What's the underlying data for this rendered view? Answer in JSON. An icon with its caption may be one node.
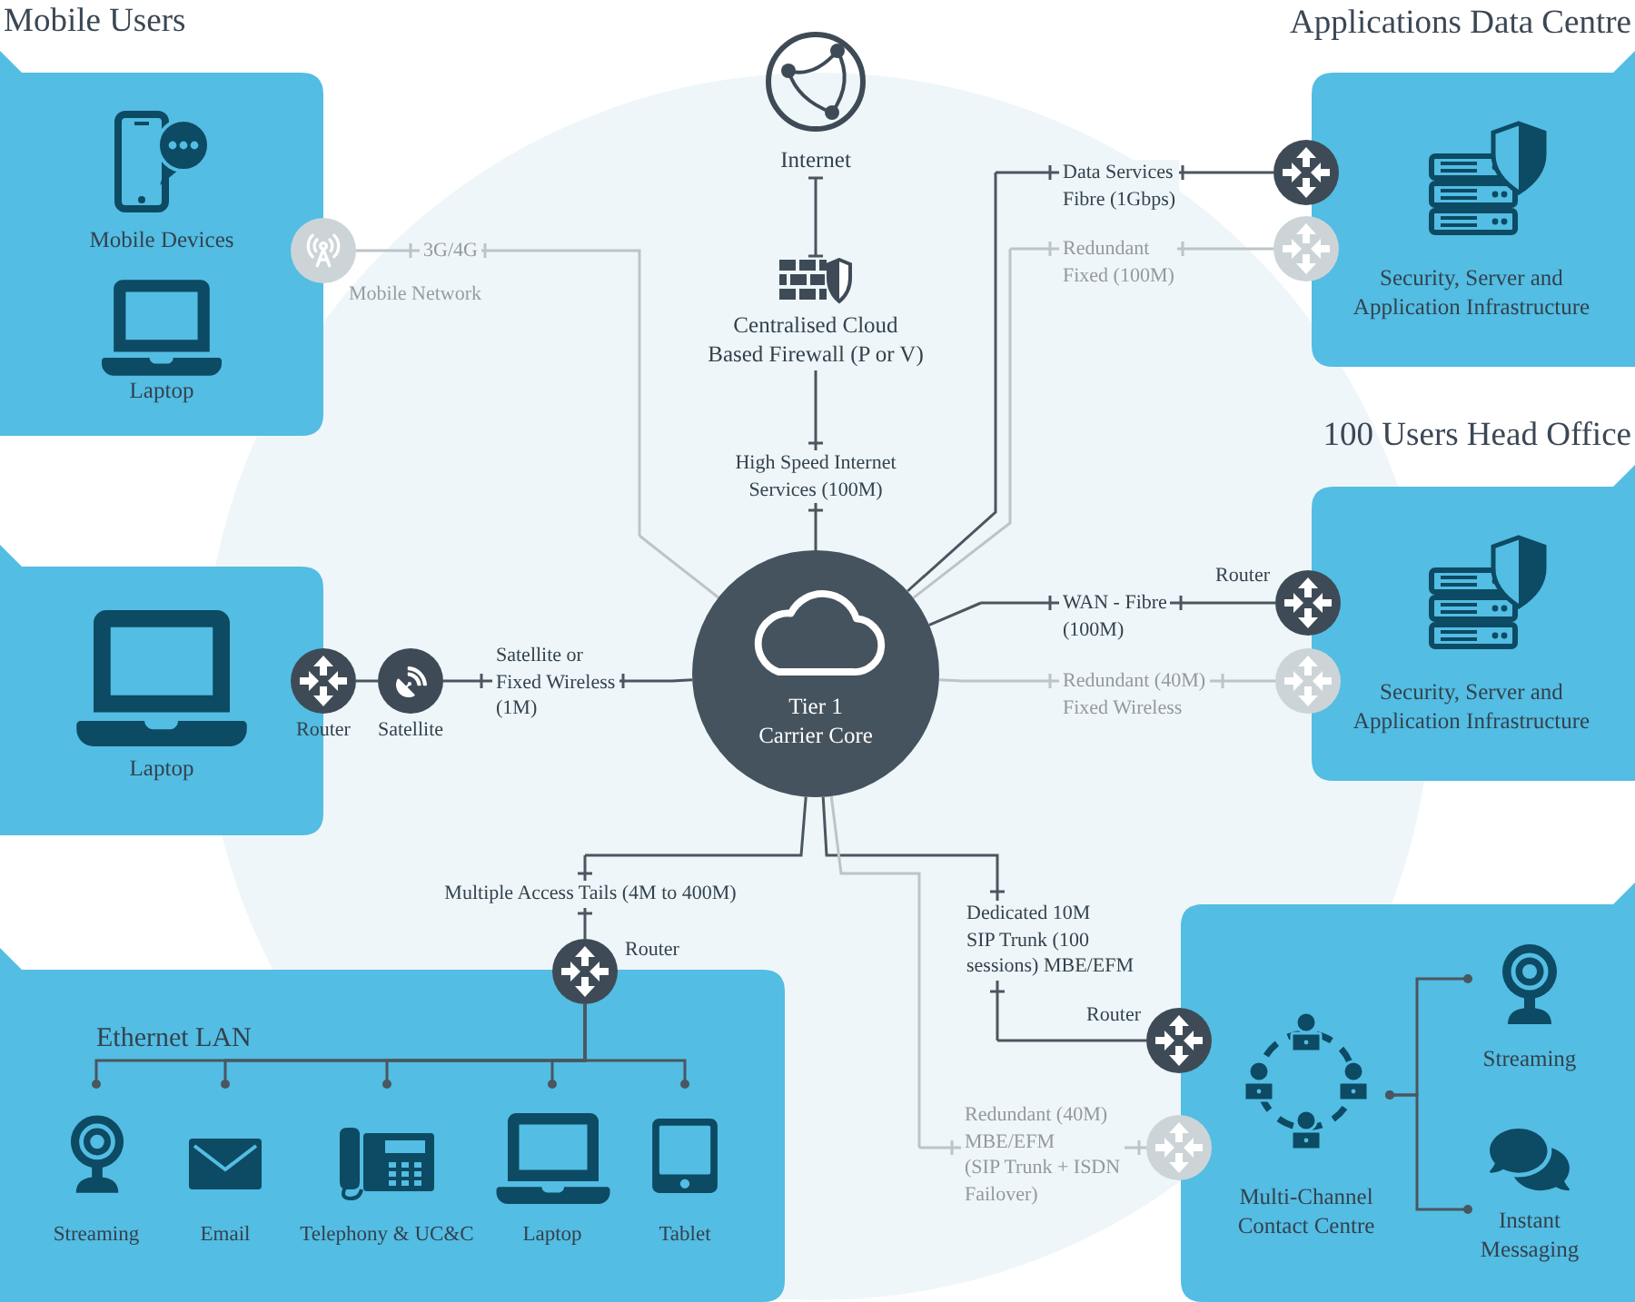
{
  "diagram": {
    "nodes": [
      {
        "text": [
          "Mobile Users"
        ]
      },
      {
        "text": [
          "Mobile Devices"
        ],
        "in": 0
      },
      {
        "text": [
          "Laptop"
        ],
        "in": 0
      },
      {
        "text": [],
        "shape": "circle",
        "beside": [
          "Mobile Network"
        ]
      },
      {
        "text": [
          "Internet"
        ]
      },
      {
        "text": [
          "Centralised Cloud Based Firewall (P or V)"
        ]
      },
      {
        "text": [
          "Tier 1 Carrier Core"
        ]
      },
      {
        "text": [
          "Applications Data Centre",
          "Security, Server and Application Infrastructure"
        ]
      },
      {
        "text": [],
        "shape": "circle"
      },
      {
        "text": [],
        "shape": "circle"
      },
      {
        "text": [
          "100 Users Head Office",
          "Security, Server and Application Infrastructure"
        ]
      },
      {
        "text": [],
        "shape": "circle",
        "beside": [
          "Router"
        ]
      },
      {
        "text": [],
        "shape": "circle"
      },
      {
        "text": [
          "Laptop"
        ]
      },
      {
        "text": [],
        "shape": "circle",
        "beside": [
          "Router"
        ]
      },
      {
        "text": [],
        "shape": "circle",
        "beside": [
          "Satellite"
        ]
      },
      {
        "text": [
          "Ethernet LAN"
        ]
      },
      {
        "text": [],
        "shape": "circle",
        "beside": [
          "Router"
        ]
      },
      {
        "text": [
          "Streaming"
        ],
        "in": 16
      },
      {
        "text": [
          "Email"
        ],
        "in": 16
      },
      {
        "text": [
          "Telephony & UC&C"
        ],
        "in": 16
      },
      {
        "text": [
          "Laptop"
        ],
        "in": 16
      },
      {
        "text": [
          "Tablet"
        ],
        "in": 16
      },
      {
        "text": [],
        "shape": "box"
      },
      {
        "text": [
          "Multi-Channel Contact Centre"
        ],
        "in": 23
      },
      {
        "text": [
          "Streaming"
        ],
        "in": 23
      },
      {
        "text": [
          "Instant Messaging"
        ],
        "in": 23
      },
      {
        "text": [],
        "shape": "circle",
        "beside": [
          "Router"
        ]
      },
      {
        "text": [],
        "shape": "circle"
      }
    ],
    "edges": [
      {
        "from": 3,
        "to": 6,
        "arrow": "none",
        "label": "3G/4G",
        "color": "#bcc4c9"
      },
      {
        "from": 4,
        "to": 5,
        "arrow": "other"
      },
      {
        "from": 5,
        "to": 6,
        "arrow": "none",
        "label": "High Speed Internet Services (100M)"
      },
      {
        "from": 6,
        "to": 8,
        "arrow": "none",
        "label": "Data Services Fibre (1Gbps)"
      },
      {
        "from": 6,
        "to": 9,
        "arrow": "none",
        "label": "Redundant Fixed (100M)",
        "color": "#bcc4c9"
      },
      {
        "from": 6,
        "to": 11,
        "arrow": "none",
        "label": "WAN - Fibre (100M)"
      },
      {
        "from": 6,
        "to": 12,
        "arrow": "none",
        "label": "Redundant (40M) Fixed Wireless",
        "color": "#bcc4c9"
      },
      {
        "from": 14,
        "to": 15,
        "arrow": "none"
      },
      {
        "from": 15,
        "to": 6,
        "arrow": "none",
        "label": "Satellite or Fixed Wireless (1M)"
      },
      {
        "from": 6,
        "to": 17,
        "arrow": "none",
        "label": "Multiple Access Tails (4M to 400M)"
      },
      {
        "from": 17,
        "to": 18,
        "arrow": "other"
      },
      {
        "from": 17,
        "to": 19,
        "arrow": "other"
      },
      {
        "from": 17,
        "to": 20,
        "arrow": "other"
      },
      {
        "from": 17,
        "to": 21,
        "arrow": "other"
      },
      {
        "from": 17,
        "to": 22,
        "arrow": "other"
      },
      {
        "from": 6,
        "to": 27,
        "arrow": "none",
        "label": "Dedicated 10M SIP Trunk (100 sessions) MBE/EFM"
      },
      {
        "from": 6,
        "to": 28,
        "arrow": "none",
        "label": "Redundant (40M) MBE/EFM (SIP Trunk + ISDN Failover)",
        "color": "#bcc4c9"
      },
      {
        "from": 24,
        "to": 25,
        "arrow": "other"
      },
      {
        "from": 24,
        "to": 26,
        "arrow": "other"
      }
    ]
  }
}
